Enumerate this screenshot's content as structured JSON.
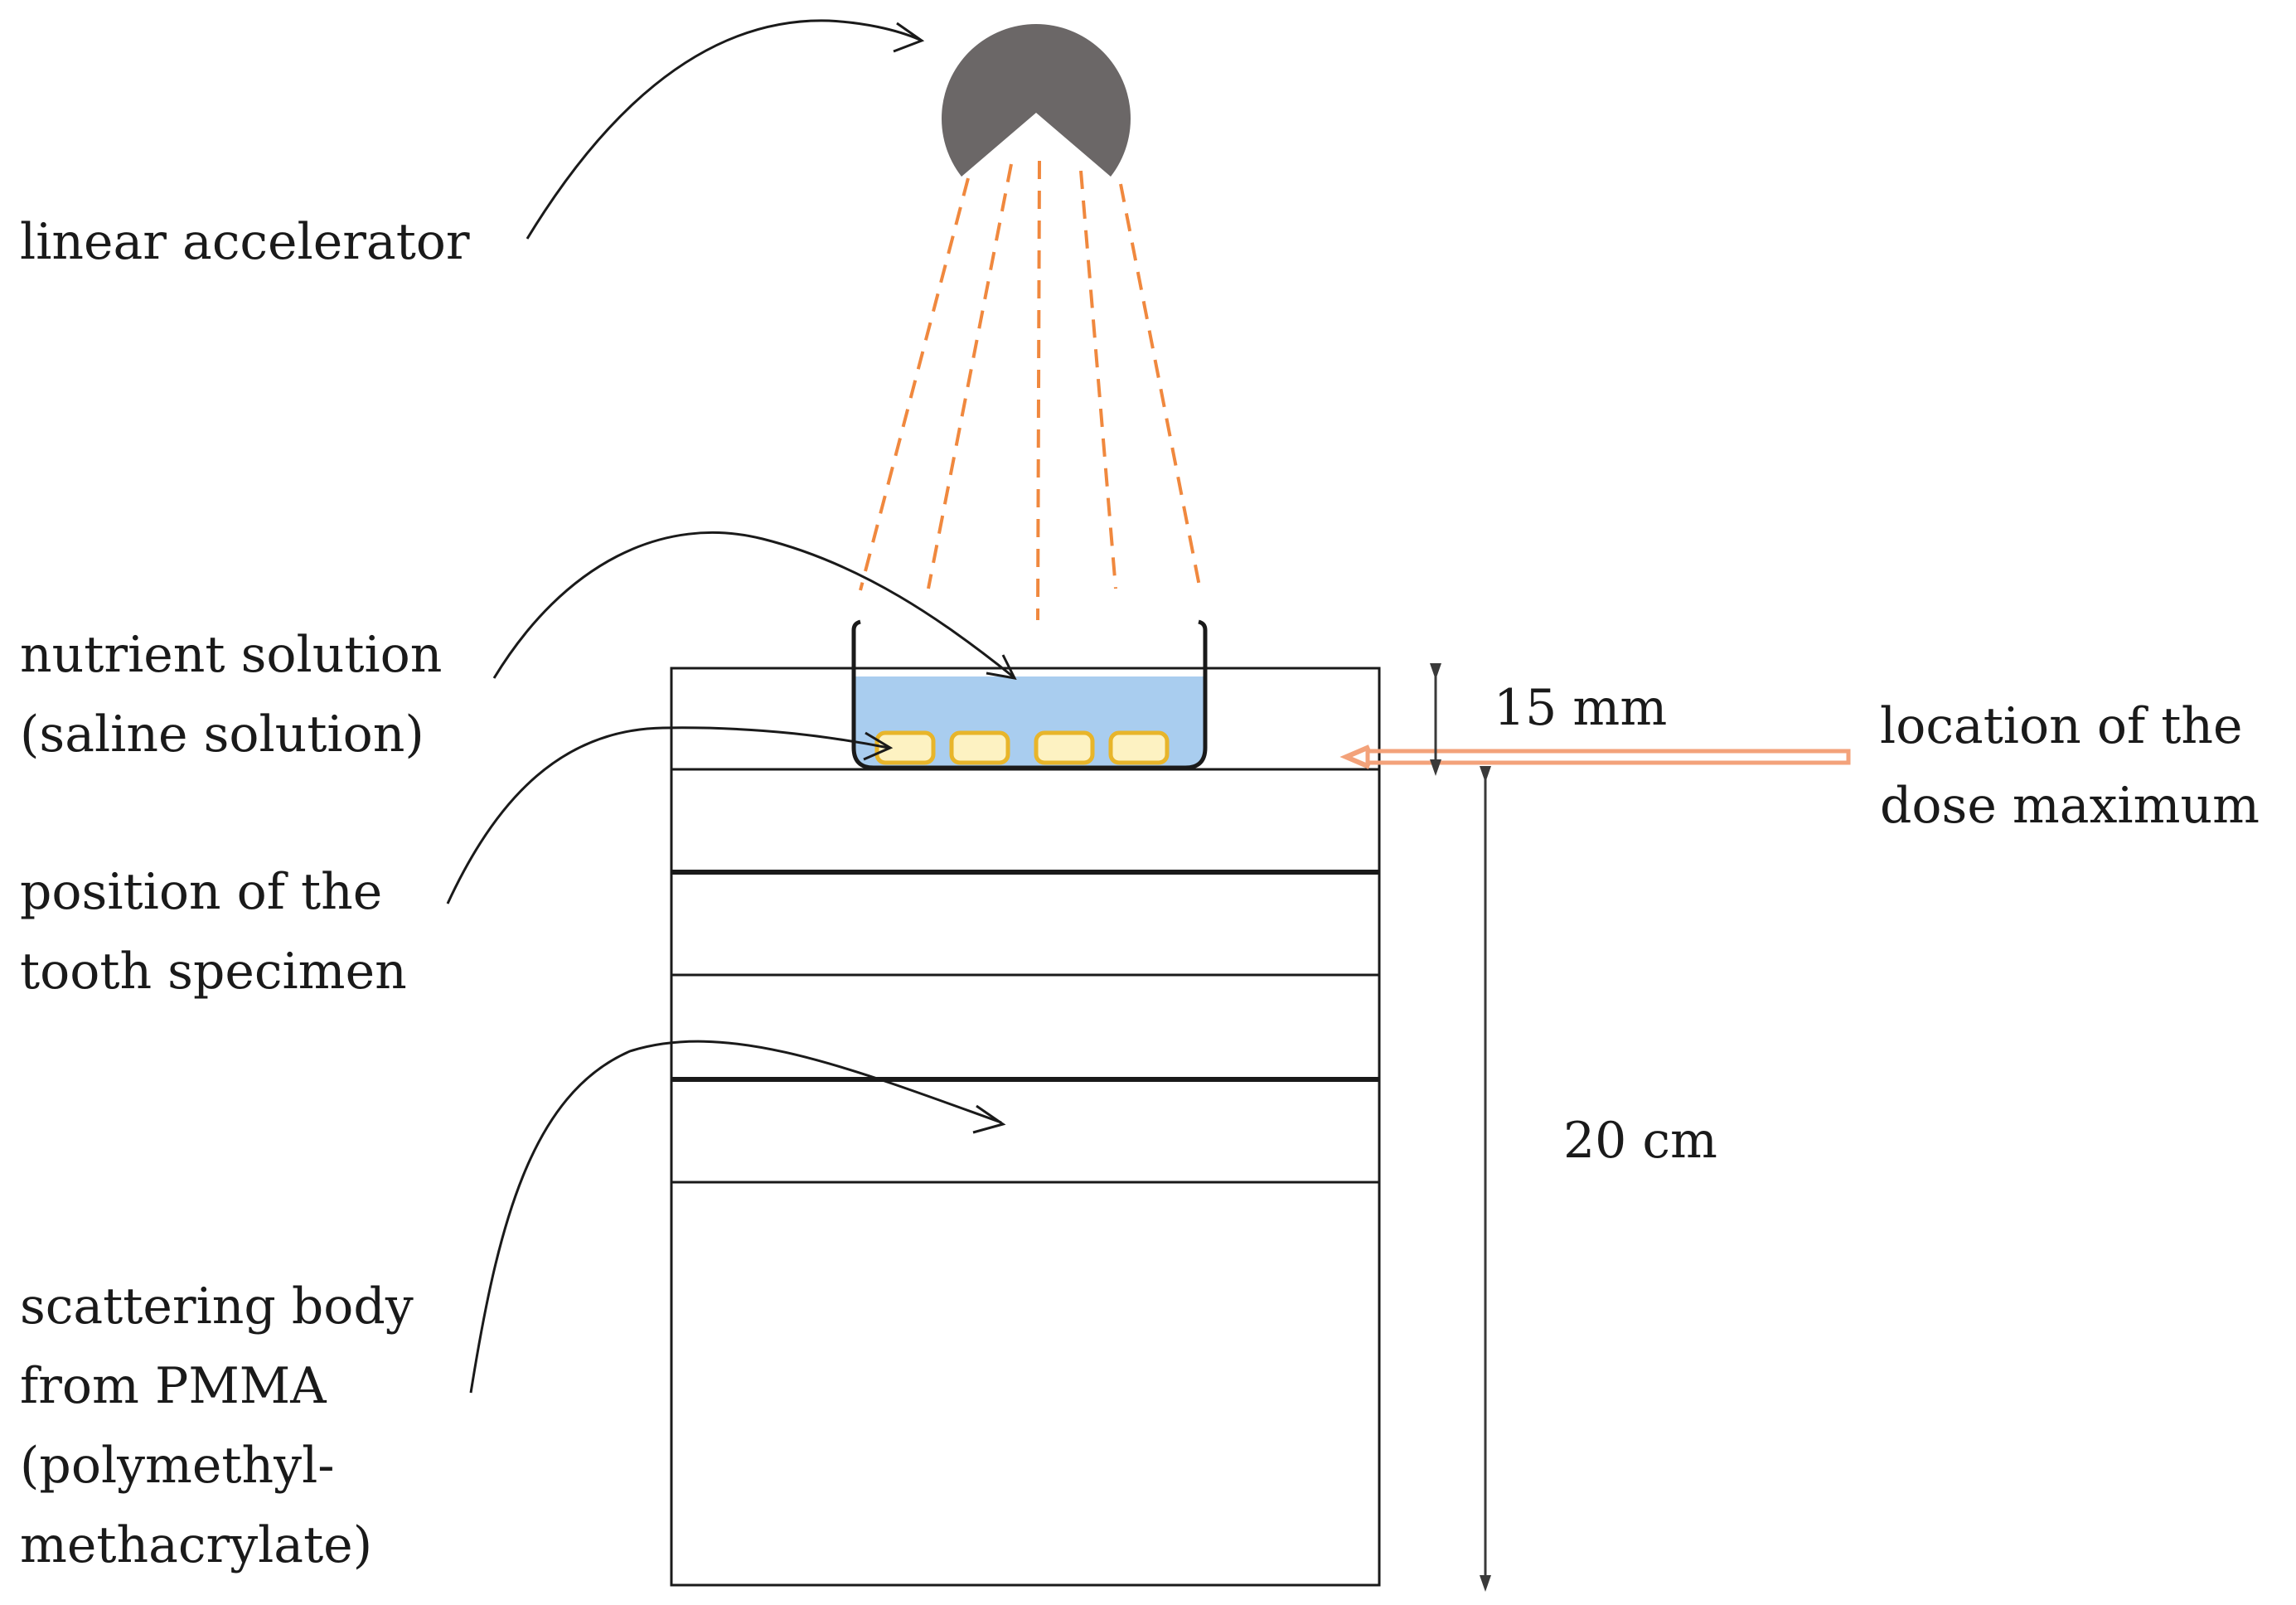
{
  "labels": {
    "linear_accelerator": "linear accelerator",
    "nutrient_line1": "nutrient solution",
    "nutrient_line2": "(saline solution)",
    "tooth_line1": "position of the",
    "tooth_line2": "tooth specimen",
    "scatter_line1": "scattering body",
    "scatter_line2": "from PMMA",
    "scatter_line3": "(polymethyl-",
    "scatter_line4": "methacrylate)",
    "dose_line1": "location of the",
    "dose_line2": "dose maximum",
    "dim_15mm": "15 mm",
    "dim_20cm": "20 cm"
  },
  "colors": {
    "accelerator": "#6b6767",
    "beam": "#f0883e",
    "solution": "#a9cdef",
    "specimen_fill": "#fdf2c2",
    "specimen_stroke": "#e8b52a",
    "dose_arrow": "#f3a27a",
    "line": "#1a1a1a",
    "dimension_arrow": "#3a3a3a"
  }
}
